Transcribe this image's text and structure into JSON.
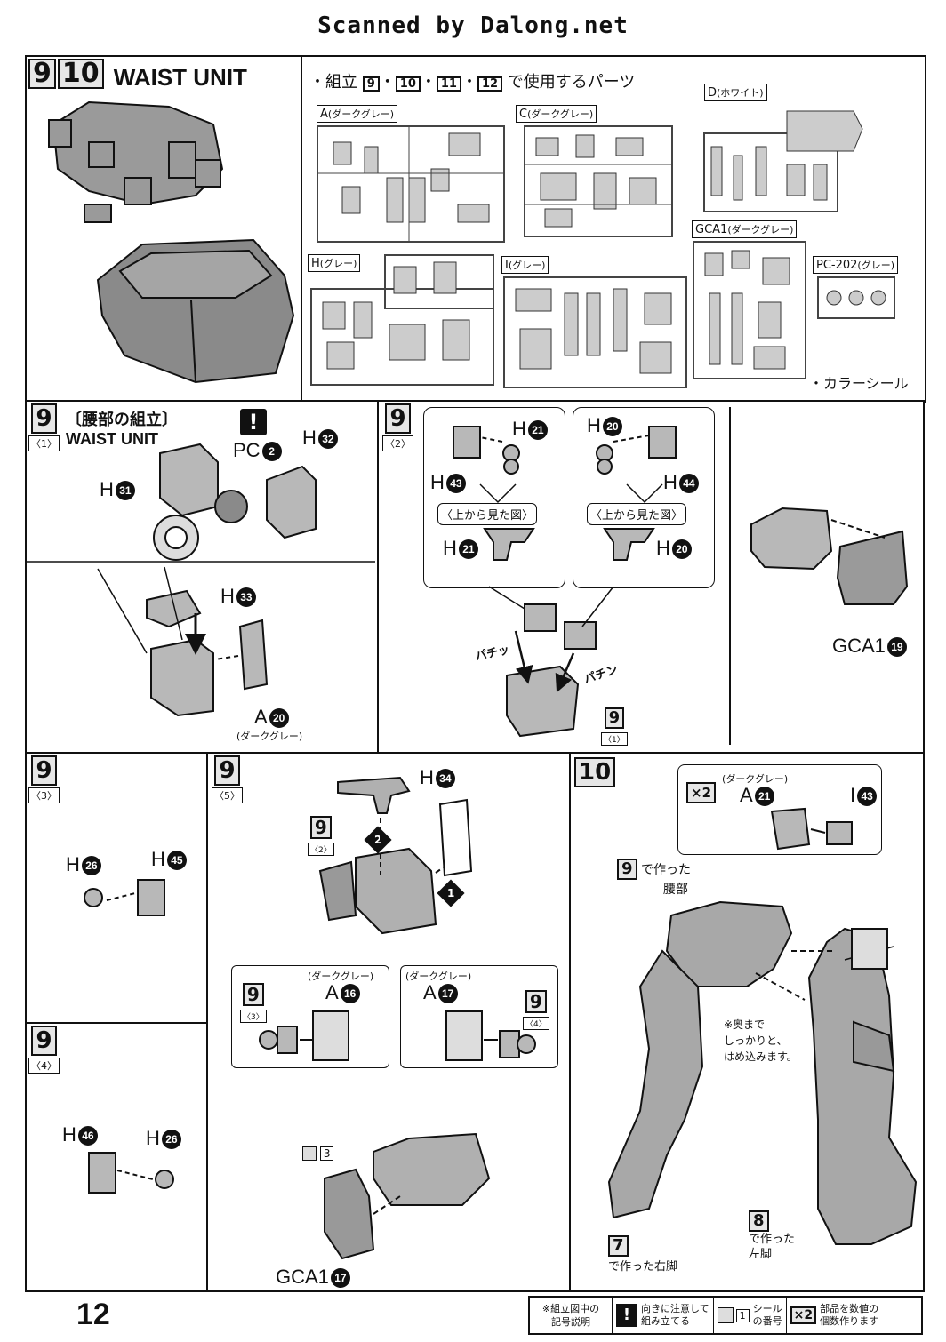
{
  "header": {
    "scanned_text": "Scanned by Dalong.net"
  },
  "top_section": {
    "step_a": "9",
    "step_b": "10",
    "title": "WAIST UNIT",
    "parts_heading": "・組立",
    "parts_steps": [
      "9",
      "10",
      "11",
      "12"
    ],
    "parts_heading_sep": "・",
    "parts_heading_tail": "で使用するパーツ",
    "runners": [
      {
        "letter": "A",
        "color": "(ダークグレー)"
      },
      {
        "letter": "C",
        "color": "(ダークグレー)"
      },
      {
        "letter": "D",
        "color": "(ホワイト)"
      },
      {
        "letter": "H",
        "color": "(グレー)"
      },
      {
        "letter": "I",
        "color": "(グレー)"
      },
      {
        "letter": "GCA1",
        "color": "(ダークグレー)"
      },
      {
        "letter": "PC-202",
        "color": "(グレー)"
      }
    ],
    "color_seal": "・カラーシール"
  },
  "step9_1": {
    "step": "9",
    "sub": "〈1〉",
    "title_jp": "〔腰部の組立〕",
    "title_en": "WAIST UNIT",
    "warn": "!",
    "parts": {
      "pc": "PC",
      "pc_num": "2",
      "h31": "H",
      "h31_num": "31",
      "h32": "H",
      "h32_num": "32",
      "h33": "H",
      "h33_num": "33",
      "a20": "A",
      "a20_num": "20",
      "a20_color": "(ダークグレー)"
    }
  },
  "step9_2": {
    "step": "9",
    "sub": "〈2〉",
    "parts": {
      "h21": "H",
      "h21_num": "21",
      "h43": "H",
      "h43_num": "43",
      "h20": "H",
      "h20_num": "20",
      "h44": "H",
      "h44_num": "44"
    },
    "view_label_left": "〈上から見た図〉",
    "view_label_right": "〈上から見た図〉",
    "snap_left": "パチッ",
    "snap_right": "パチン",
    "ref_step": "9",
    "ref_sub": "〈1〉"
  },
  "step_gca": {
    "part": "GCA1",
    "num": "19"
  },
  "step9_3": {
    "step": "9",
    "sub": "〈3〉",
    "h26": "H",
    "h26_num": "26",
    "h45": "H",
    "h45_num": "45"
  },
  "step9_4": {
    "step": "9",
    "sub": "〈4〉",
    "h46": "H",
    "h46_num": "46",
    "h26": "H",
    "h26_num": "26"
  },
  "step9_5": {
    "step": "9",
    "sub": "〈5〉",
    "h34": "H",
    "h34_num": "34",
    "ref2_step": "9",
    "ref2_sub": "〈2〉",
    "order1": "1",
    "order2": "2",
    "a16_color": "(ダークグレー)",
    "a16": "A",
    "a16_num": "16",
    "a17_color": "(ダークグレー)",
    "a17": "A",
    "a17_num": "17",
    "ref3_step": "9",
    "ref3_sub": "〈3〉",
    "ref4_step": "9",
    "ref4_sub": "〈4〉",
    "seal_num": "3",
    "gca17": "GCA1",
    "gca17_num": "17"
  },
  "step10": {
    "step": "10",
    "x2": "×2",
    "a21_color": "(ダークグレー)",
    "a21": "A",
    "a21_num": "21",
    "i43": "I",
    "i43_num": "43",
    "ref9": "9",
    "ref9_text1": "で作った",
    "ref9_text2": "腰部",
    "note1": "※奥まで",
    "note2": "しっかりと、",
    "note3": "はめ込みます。",
    "ref7": "7",
    "ref7_text": "で作った右脚",
    "ref8": "8",
    "ref8_text1": "で作った",
    "ref8_text2": "左脚"
  },
  "footer": {
    "page_number": "12",
    "legend_title1": "※組立図中の",
    "legend_title2": "記号説明",
    "warn_symbol": "!",
    "warn_text1": "向きに注意して",
    "warn_text2": "組み立てる",
    "seal_num": "1",
    "seal_text1": "シール",
    "seal_text2": "の番号",
    "x2": "×2",
    "x2_text1": "部品を数値の",
    "x2_text2": "個数作ります"
  }
}
